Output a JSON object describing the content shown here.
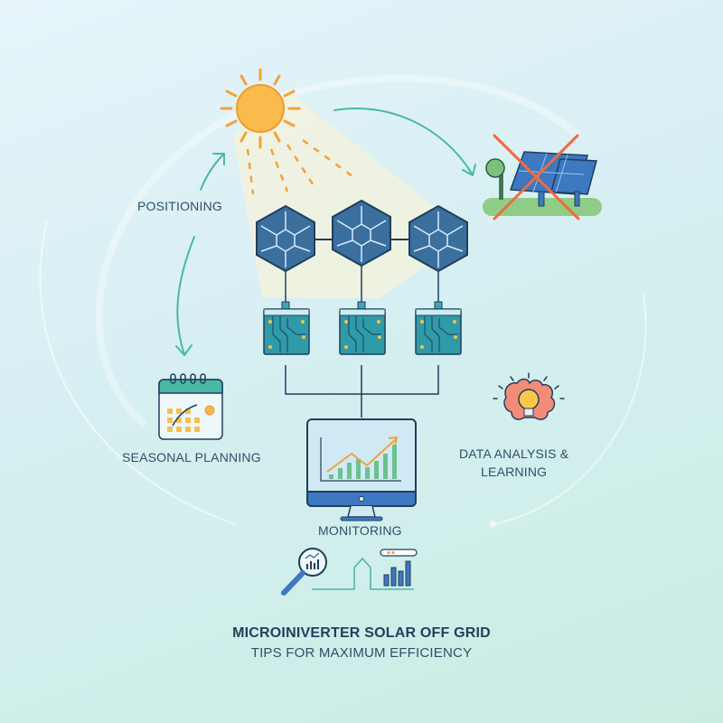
{
  "title": {
    "main": "MICROINIVERTER SOLAR OFF GRID",
    "subtitle": "TIPS FOR MAXIMUM EFFICIENCY"
  },
  "labels": {
    "positioning": "POSITIONING",
    "seasonal_planning": "SEASONAL PLANNING",
    "data_analysis_line1": "DATA ANALYSIS &",
    "data_analysis_line2": "LEARNING",
    "monitoring": "MONITORING"
  },
  "icons": {
    "sun": "sun-icon",
    "shaded_panel": "shaded-solar-panel-crossed-icon",
    "hex_panels": [
      "hex-solar-panel-icon",
      "hex-solar-panel-icon",
      "hex-solar-panel-icon"
    ],
    "microinverters": [
      "microinverter-icon",
      "microinverter-icon",
      "microinverter-icon"
    ],
    "calendar": "calendar-sun-icon",
    "brain_bulb": "brain-lightbulb-icon",
    "monitor": "monitor-chart-icon",
    "magnifier": "magnifier-chart-icon",
    "up_arrow": "up-arrow-icon",
    "bar_chart": "bar-chart-icon"
  },
  "colors": {
    "sun": "#f7b84a",
    "sun_stroke": "#f29a2e",
    "panel_fill": "#3a6f9e",
    "panel_stroke": "#1f3f5b",
    "inverter_fill": "#2f9aa8",
    "arrow_teal": "#4bb8a6",
    "cross_red": "#f06a3f",
    "grass": "#8fcc86",
    "text_dark": "#22405c"
  }
}
